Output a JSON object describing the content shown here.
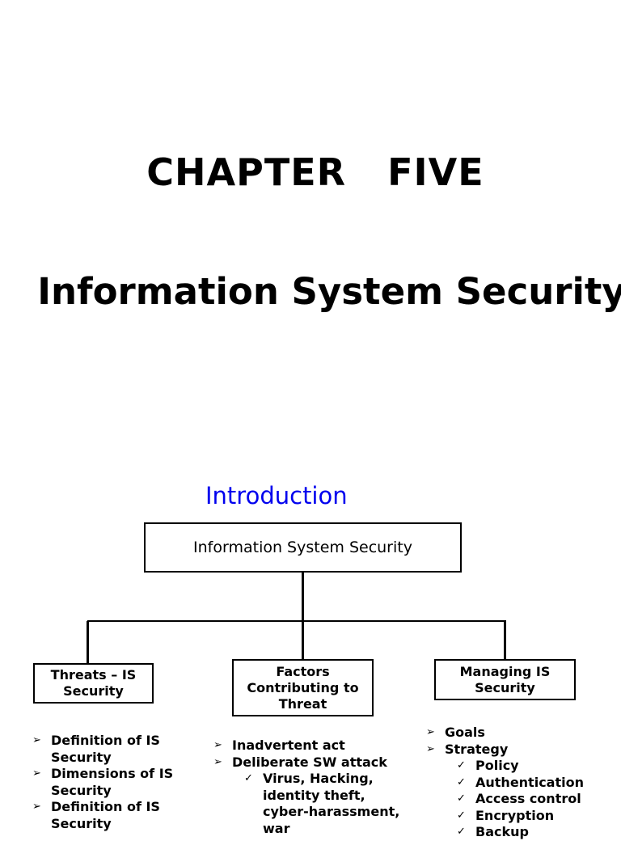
{
  "chapter_title": "CHAPTER   FIVE",
  "main_title": "Information System Security",
  "intro_heading": "Introduction",
  "diagram": {
    "root": "Information System Security",
    "threats": {
      "title": "Threats – IS Security",
      "items": [
        "Definition of IS Security",
        "Dimensions of IS Security",
        "Definition of IS Security"
      ]
    },
    "factors": {
      "title": "Factors Contributing to Threat",
      "items": [
        "Inadvertent act",
        "Deliberate SW attack"
      ],
      "subitems": [
        "Virus, Hacking, identity theft, cyber-harassment, war"
      ]
    },
    "managing": {
      "title": "Managing IS Security",
      "items": [
        "Goals",
        "Strategy"
      ],
      "subitems": [
        "Policy",
        "Authentication",
        "Access control",
        "Encryption",
        "Backup"
      ]
    }
  },
  "markers": {
    "bullet": "➢",
    "check": "✓"
  },
  "colors": {
    "heading_accent": "#0000ee"
  }
}
